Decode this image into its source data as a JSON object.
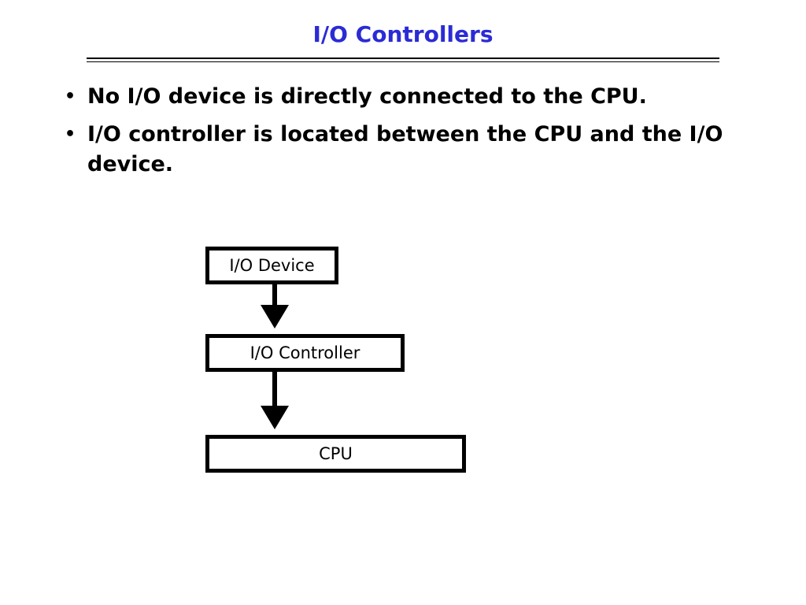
{
  "slide": {
    "title": "I/O Controllers",
    "bullets": [
      "No I/O device is directly connected to the CPU.",
      "I/O controller is located between the CPU and the I/O device."
    ],
    "bullet_symbol": "•"
  },
  "diagram": {
    "boxes": {
      "device": "I/O Device",
      "controller": "I/O Controller",
      "cpu": "CPU"
    }
  },
  "colors": {
    "title": "#2b2bd6",
    "text": "#000000",
    "background": "#ffffff"
  }
}
